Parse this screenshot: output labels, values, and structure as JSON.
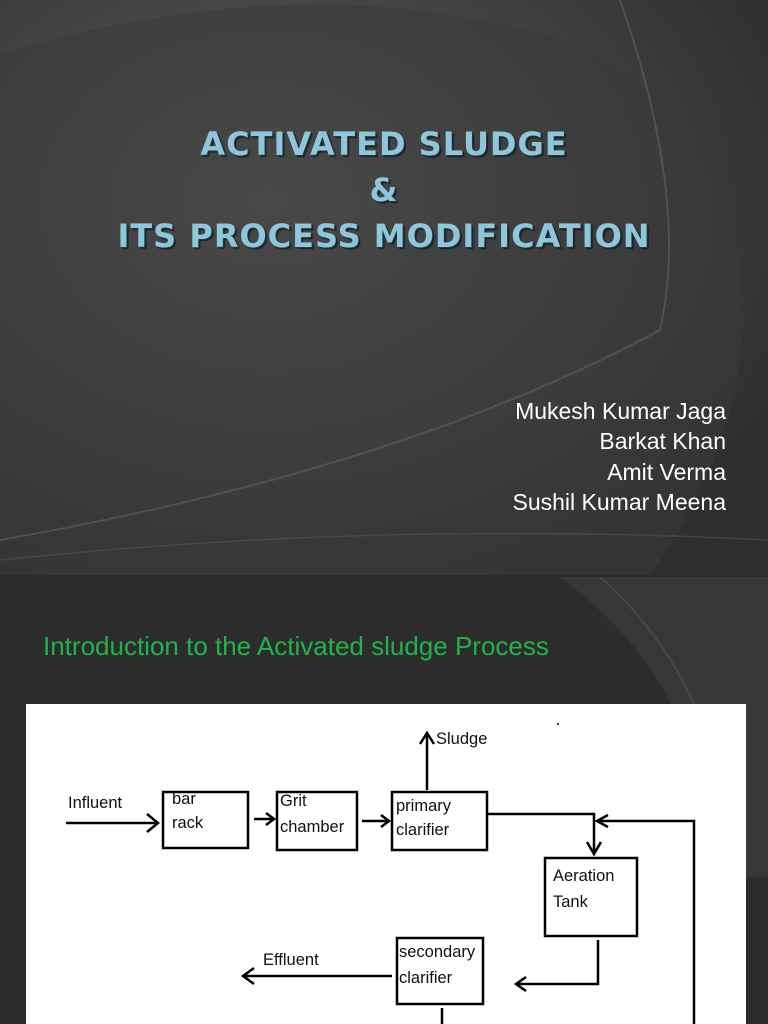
{
  "slide1": {
    "title_lines": [
      "ACTIVATED SLUDGE",
      "&",
      "ITS PROCESS MODIFICATION"
    ],
    "authors": [
      "Mukesh Kumar Jaga",
      "Barkat Khan",
      "Amit Verma",
      "Sushil Kumar Meena"
    ]
  },
  "slide2": {
    "title": "Introduction to the Activated sludge Process",
    "diagram": {
      "influent": "Influent",
      "bar_rack": [
        "bar",
        "rack"
      ],
      "grit_chamber": [
        "Grit",
        "chamber"
      ],
      "primary_clarifier": [
        "primary",
        "clarifier"
      ],
      "sludge": "Sludge",
      "aeration_tank": [
        "Aeration",
        "Tank"
      ],
      "secondary_clarifier": [
        "secondary",
        "clarifier"
      ],
      "effluent": "Effluent"
    }
  },
  "colors": {
    "title": "#8fc6da",
    "subtitle_green": "#1fb44b",
    "author": "#ffffff"
  }
}
